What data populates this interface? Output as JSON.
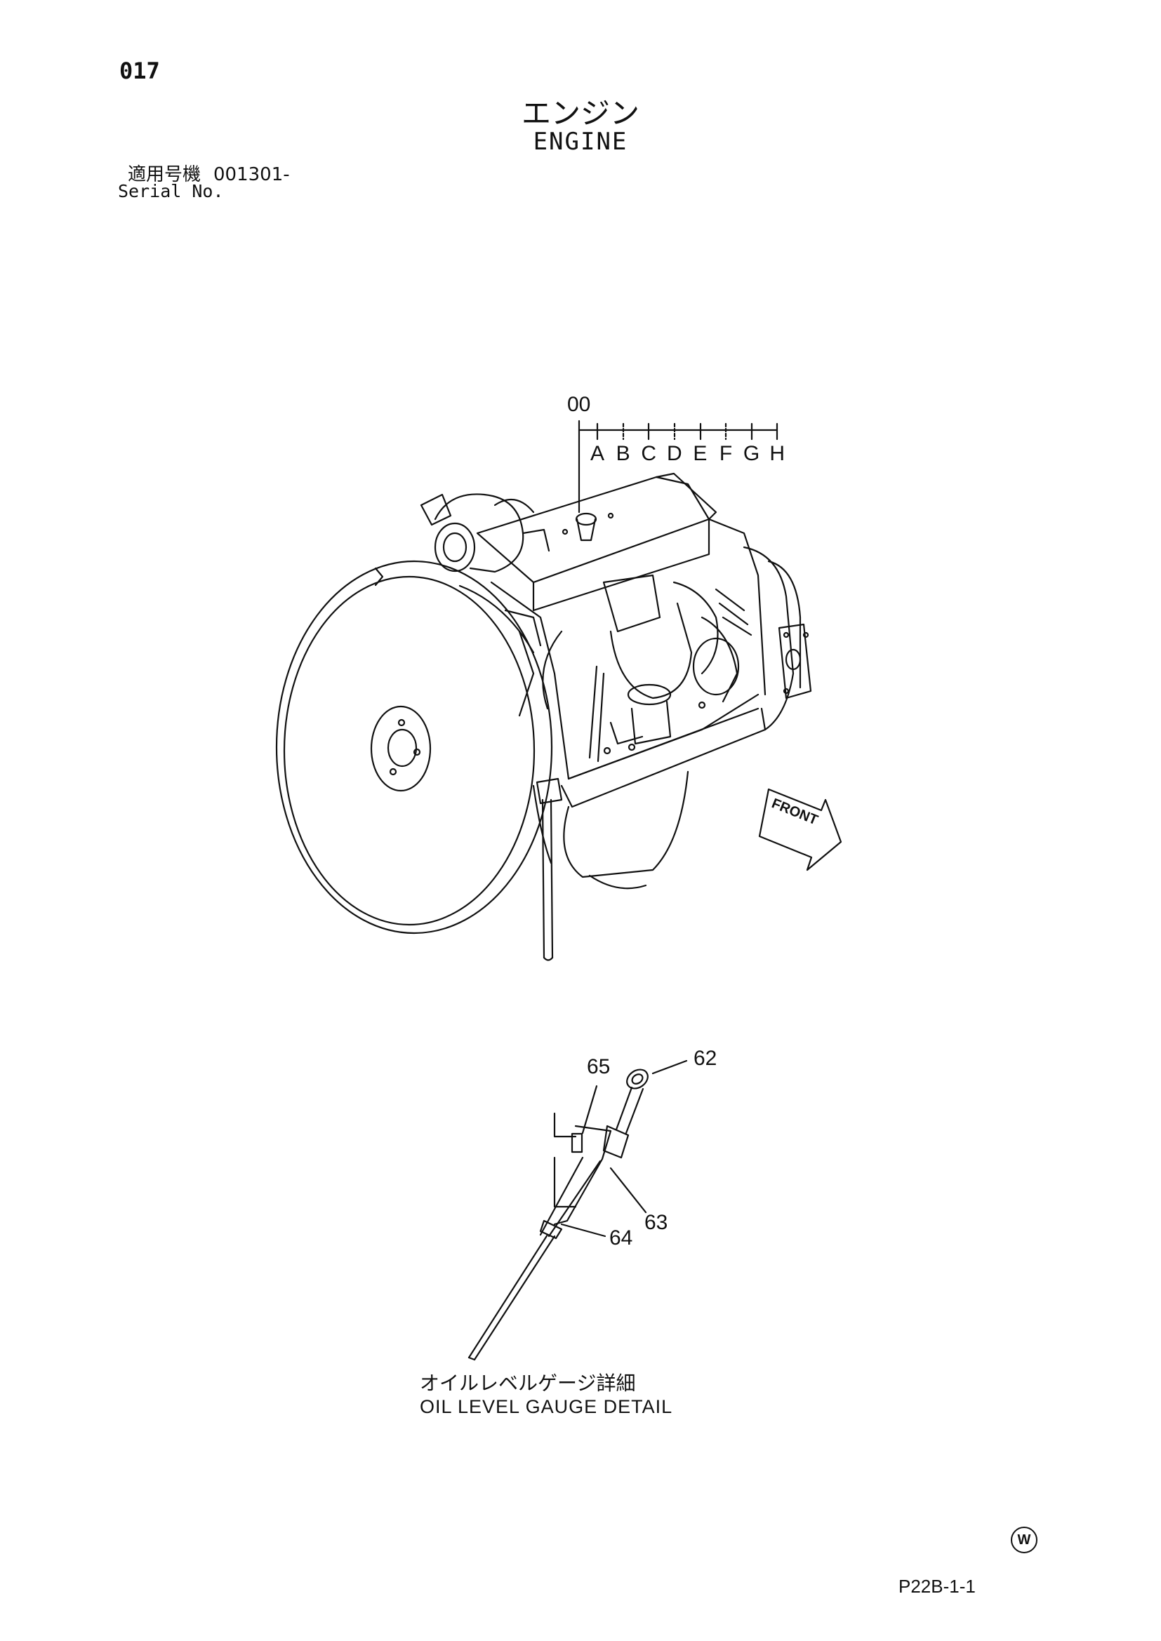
{
  "header": {
    "page_number": "017",
    "title_jp": "エンジン",
    "title_en": "ENGINE",
    "serial_label_jp": "適用号機",
    "serial_value": "001301-",
    "serial_label_en": "Serial No."
  },
  "diagram": {
    "assembly_label": "00",
    "sub_letters": [
      "A",
      "B",
      "C",
      "D",
      "E",
      "F",
      "G",
      "H"
    ],
    "front_label": "FRONT",
    "callouts": [
      "62",
      "63",
      "64",
      "65"
    ],
    "detail_caption_jp": "オイルレベルゲージ詳細",
    "detail_caption_en": "OIL LEVEL GAUGE DETAIL"
  },
  "footer": {
    "mark": "W",
    "code": "P22B-1-1"
  },
  "colors": {
    "ink": "#111111",
    "paper": "#ffffff"
  }
}
